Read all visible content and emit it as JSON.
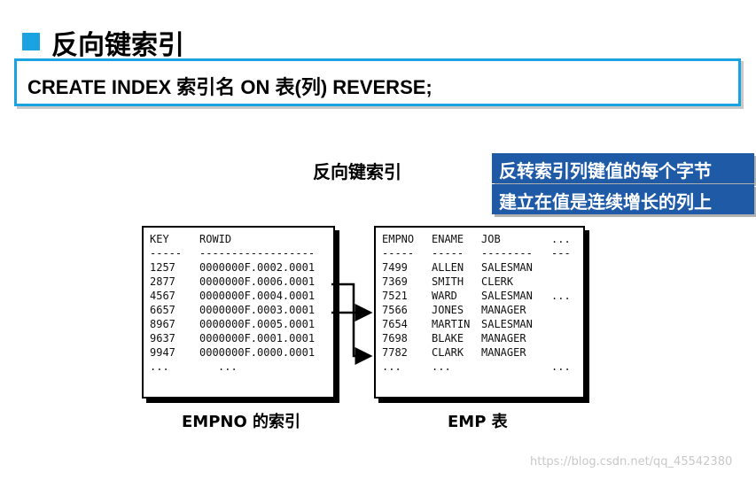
{
  "title": "反向键索引",
  "syntax": "CREATE INDEX 索引名 ON 表(列) REVERSE;",
  "diagram_title": "反向键索引",
  "callouts": [
    "反转索引列键值的每个字节",
    "建立在值是连续增长的列上"
  ],
  "index_table": {
    "headers": [
      "KEY",
      "ROWID"
    ],
    "dashes": [
      "-----",
      "------------------"
    ],
    "rows": [
      [
        "1257",
        "0000000F.0002.0001"
      ],
      [
        "2877",
        "0000000F.0006.0001"
      ],
      [
        "4567",
        "0000000F.0004.0001"
      ],
      [
        "6657",
        "0000000F.0003.0001"
      ],
      [
        "8967",
        "0000000F.0005.0001"
      ],
      [
        "9637",
        "0000000F.0001.0001"
      ],
      [
        "9947",
        "0000000F.0000.0001"
      ],
      [
        "...",
        "..."
      ]
    ],
    "caption": "EMPNO 的索引"
  },
  "emp_table": {
    "headers": [
      "EMPNO",
      "ENAME",
      "JOB",
      "..."
    ],
    "dashes": [
      "-----",
      "-----",
      "--------",
      "---"
    ],
    "rows": [
      [
        "7499",
        "ALLEN",
        "SALESMAN",
        ""
      ],
      [
        "7369",
        "SMITH",
        "CLERK",
        ""
      ],
      [
        "7521",
        "WARD",
        "SALESMAN",
        "..."
      ],
      [
        "7566",
        "JONES",
        "MANAGER",
        ""
      ],
      [
        "7654",
        "MARTIN",
        "SALESMAN",
        ""
      ],
      [
        "7698",
        "BLAKE",
        "MANAGER",
        ""
      ],
      [
        "7782",
        "CLARK",
        "MANAGER",
        ""
      ],
      [
        "...",
        "...",
        "",
        "..."
      ]
    ],
    "caption": "EMP 表"
  },
  "watermark": "https://blog.csdn.net/qq_45542380",
  "colors": {
    "accent": "#1aa3e0",
    "callout_bg": "#1f5aa6"
  }
}
